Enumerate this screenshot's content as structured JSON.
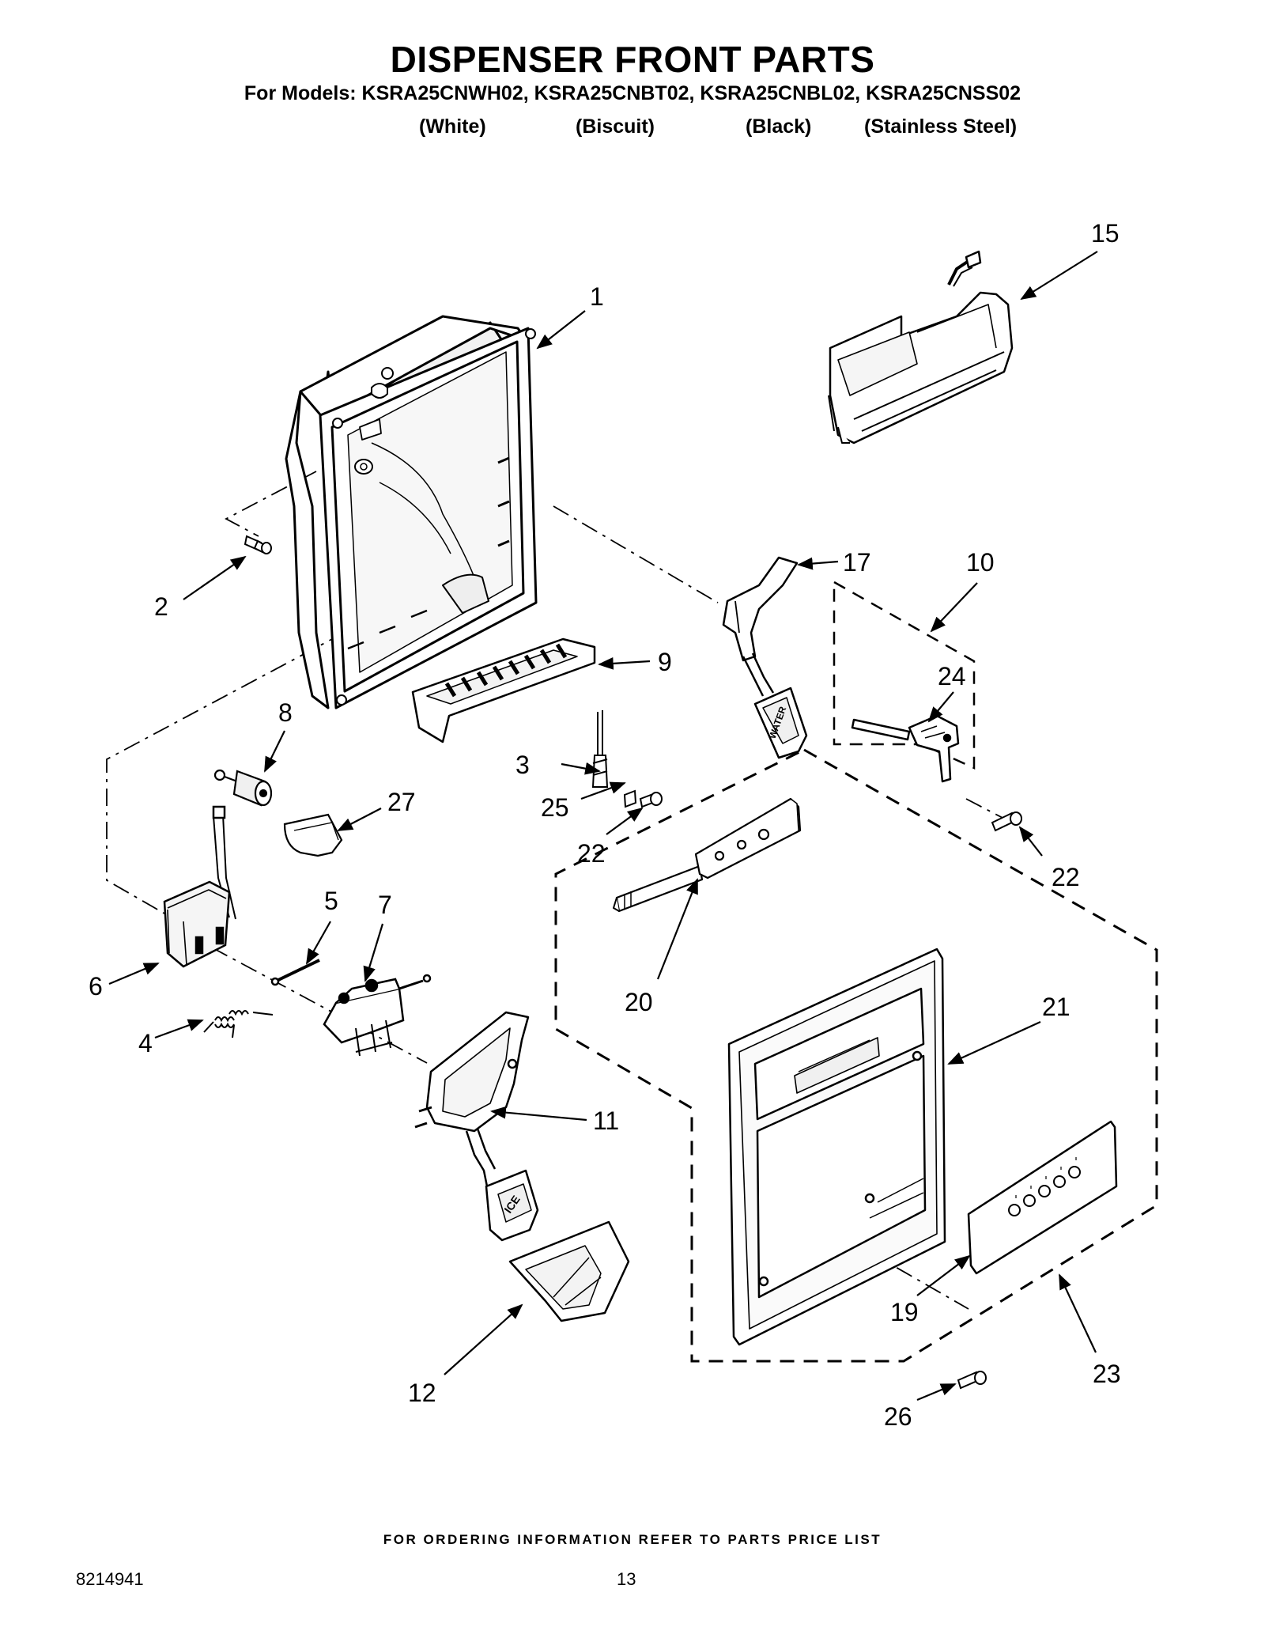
{
  "header": {
    "title": "DISPENSER FRONT PARTS",
    "models_line": "For Models: KSRA25CNWH02, KSRA25CNBT02, KSRA25CNBL02, KSRA25CNSS02",
    "finishes": [
      "(White)",
      "(Biscuit)",
      "(Black)",
      "(Stainless Steel)"
    ]
  },
  "parts": {
    "callouts": [
      "1",
      "2",
      "3",
      "4",
      "5",
      "6",
      "7",
      "8",
      "9",
      "10",
      "11",
      "12",
      "15",
      "17",
      "19",
      "20",
      "21",
      "22",
      "22",
      "23",
      "24",
      "25",
      "26",
      "27"
    ],
    "part_text": {
      "water_pad": "WATER",
      "ice_pad": "ICE"
    }
  },
  "footer": {
    "ordering_note": "FOR ORDERING INFORMATION REFER TO PARTS PRICE LIST",
    "document_number": "8214941",
    "page_number": "13"
  }
}
